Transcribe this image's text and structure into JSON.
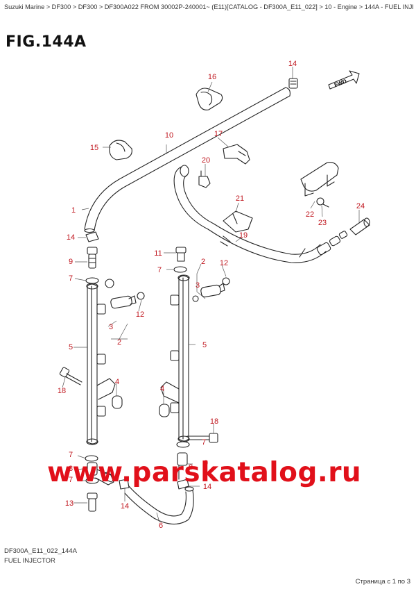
{
  "breadcrumb": "Suzuki Marine > DF300 > DF300 > DF300A022 FROM 30002P-240001~ (E11)[CATALOG - DF300A_E11_022] > 10 - Engine > 144A - FUEL INJECTOR (E01,E03,E11)",
  "figure_title": "FIG.144A",
  "fwd_label": "FWD",
  "watermark": "www.parskatalog.ru",
  "drawing_code": "DF300A_E11_022_144A",
  "drawing_subtitle": "FUEL INJECTOR",
  "pager": "Страница с 1 по 3",
  "callouts": [
    {
      "n": "1"
    },
    {
      "n": "2"
    },
    {
      "n": "2"
    },
    {
      "n": "3"
    },
    {
      "n": "3"
    },
    {
      "n": "4"
    },
    {
      "n": "4"
    },
    {
      "n": "5"
    },
    {
      "n": "5"
    },
    {
      "n": "6"
    },
    {
      "n": "7"
    },
    {
      "n": "7"
    },
    {
      "n": "7"
    },
    {
      "n": "7"
    },
    {
      "n": "7"
    },
    {
      "n": "8"
    },
    {
      "n": "8"
    },
    {
      "n": "9"
    },
    {
      "n": "9"
    },
    {
      "n": "10"
    },
    {
      "n": "11"
    },
    {
      "n": "12"
    },
    {
      "n": "12"
    },
    {
      "n": "13"
    },
    {
      "n": "14"
    },
    {
      "n": "14"
    },
    {
      "n": "14"
    },
    {
      "n": "14"
    },
    {
      "n": "15"
    },
    {
      "n": "16"
    },
    {
      "n": "17"
    },
    {
      "n": "18"
    },
    {
      "n": "18"
    },
    {
      "n": "19"
    },
    {
      "n": "20"
    },
    {
      "n": "21"
    },
    {
      "n": "22"
    },
    {
      "n": "23"
    },
    {
      "n": "24"
    }
  ],
  "colors": {
    "callout": "#c0171f",
    "watermark": "#e1101a",
    "line": "#222222"
  }
}
